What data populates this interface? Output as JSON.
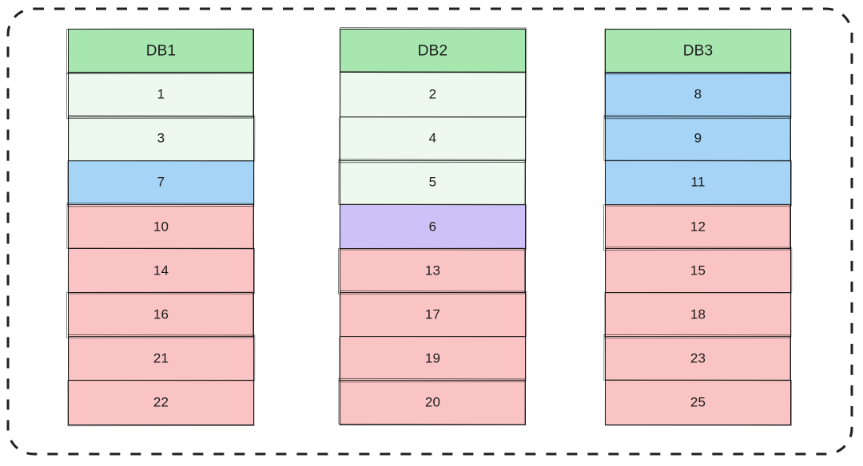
{
  "frame": {
    "style": "dashed-rounded-rectangle",
    "stroke_color": "#1f1f1f",
    "stroke_width": 3,
    "dash_on": 13,
    "dash_off": 13,
    "corner_radius": 32
  },
  "palette": {
    "header_green": "#a8e6b0",
    "pale_green": "#edf9ee",
    "blue": "#a5d4f7",
    "pink": "#fac4c4",
    "purple": "#ccc2f7",
    "stroke": "#171717",
    "text": "#1b1b1b",
    "background": "#ffffff"
  },
  "columns": [
    {
      "header": "DB1",
      "header_fill": "header_green",
      "rows": [
        {
          "value": "1",
          "fill": "pale_green"
        },
        {
          "value": "3",
          "fill": "pale_green"
        },
        {
          "value": "7",
          "fill": "blue"
        },
        {
          "value": "10",
          "fill": "pink"
        },
        {
          "value": "14",
          "fill": "pink"
        },
        {
          "value": "16",
          "fill": "pink"
        },
        {
          "value": "21",
          "fill": "pink"
        },
        {
          "value": "22",
          "fill": "pink"
        }
      ]
    },
    {
      "header": "DB2",
      "header_fill": "header_green",
      "rows": [
        {
          "value": "2",
          "fill": "pale_green"
        },
        {
          "value": "4",
          "fill": "pale_green"
        },
        {
          "value": "5",
          "fill": "pale_green"
        },
        {
          "value": "6",
          "fill": "purple"
        },
        {
          "value": "13",
          "fill": "pink"
        },
        {
          "value": "17",
          "fill": "pink"
        },
        {
          "value": "19",
          "fill": "pink"
        },
        {
          "value": "20",
          "fill": "pink"
        }
      ]
    },
    {
      "header": "DB3",
      "header_fill": "header_green",
      "rows": [
        {
          "value": "8",
          "fill": "blue"
        },
        {
          "value": "9",
          "fill": "blue"
        },
        {
          "value": "11",
          "fill": "blue"
        },
        {
          "value": "12",
          "fill": "pink"
        },
        {
          "value": "15",
          "fill": "pink"
        },
        {
          "value": "18",
          "fill": "pink"
        },
        {
          "value": "23",
          "fill": "pink"
        },
        {
          "value": "25",
          "fill": "pink"
        }
      ]
    }
  ]
}
